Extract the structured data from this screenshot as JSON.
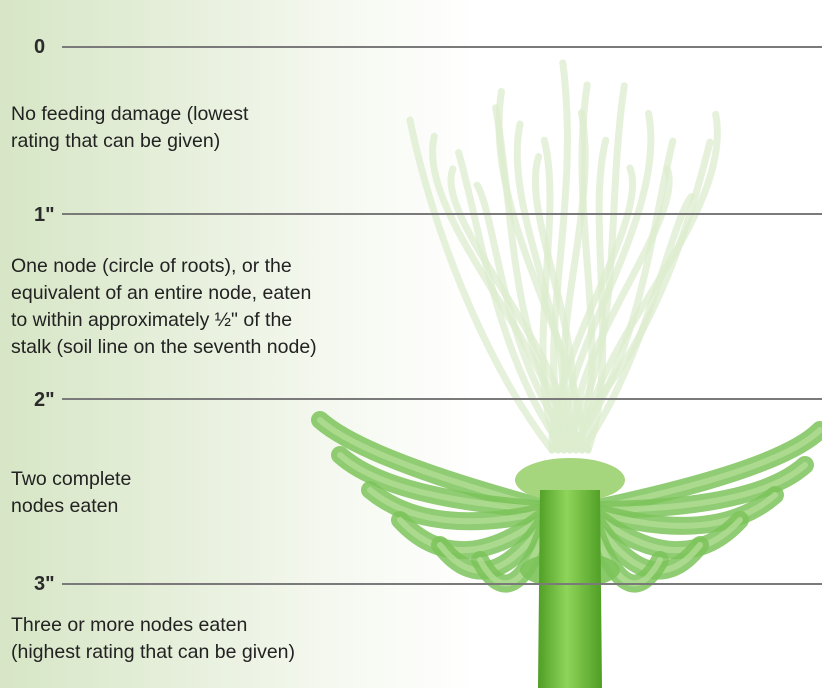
{
  "levels": [
    {
      "label": "0",
      "description": [
        "No feeding damage (lowest",
        "rating that can be given)"
      ]
    },
    {
      "label": "1\"",
      "description": [
        "One node (circle of roots), or the",
        "equivalent of an entire node, eaten",
        "to within approximately ½\" of the",
        "stalk (soil line on the seventh node)"
      ]
    },
    {
      "label": "2\"",
      "description": [
        "Two complete",
        "nodes eaten"
      ]
    },
    {
      "label": "3\"",
      "description": [
        "Three or more nodes eaten",
        "(highest rating that can be given)"
      ]
    }
  ],
  "colors": {
    "stem": "#6fbf3a",
    "stem_dark": "#4f9e25",
    "roots_lower": "#7cc35a",
    "roots_upper": "#dceccd",
    "background_left": "#d7e6c6"
  }
}
